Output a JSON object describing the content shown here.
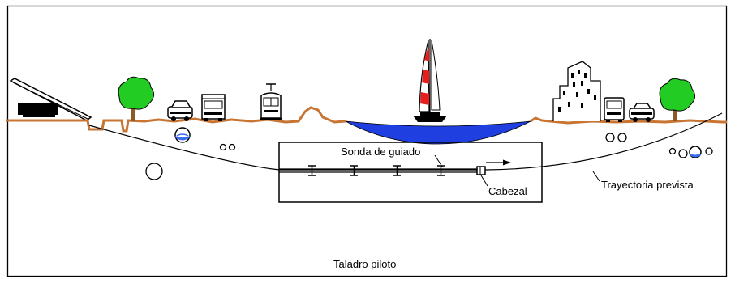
{
  "diagram": {
    "caption": "Taladro piloto",
    "labels": {
      "sonda": "Sonda de guiado",
      "cabezal": "Cabezal",
      "trayectoria": "Trayectoria prevista"
    },
    "colors": {
      "ground": "#c87533",
      "water": "#1f3fe0",
      "water_light": "#3b6cf0",
      "tree": "#22cc22",
      "sail_red": "#e81e1e",
      "line": "#000000"
    }
  }
}
